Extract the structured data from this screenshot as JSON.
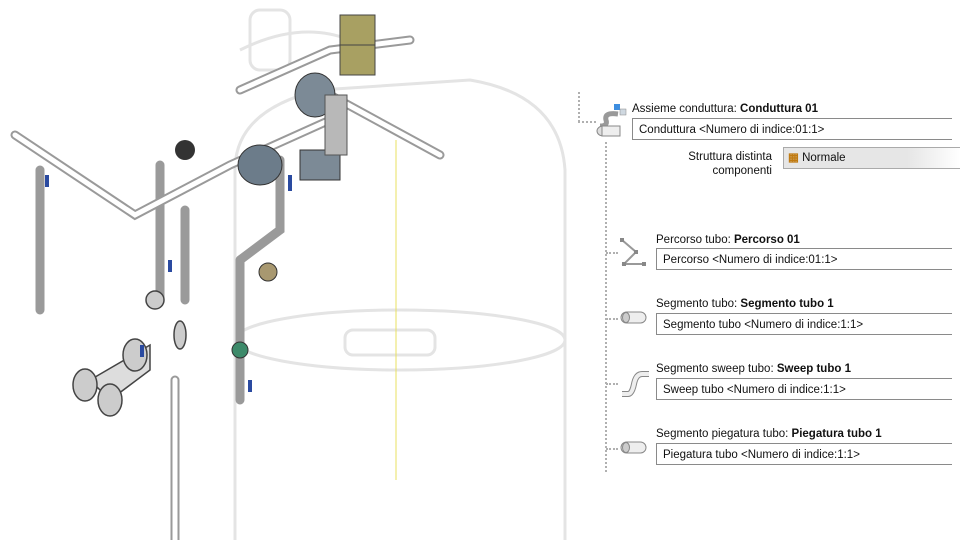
{
  "assembly": {
    "prefix": "Assieme conduttura: ",
    "name": "Conduttura 01",
    "field": "Conduttura <Numero di indice:01:1>"
  },
  "bom": {
    "label": "Struttura distinta componenti",
    "value": "Normale",
    "icon": "bom-structure-icon"
  },
  "items": [
    {
      "prefix": "Percorso tubo: ",
      "name": "Percorso 01",
      "field": "Percorso <Numero di indice:01:1>",
      "icon": "route-icon"
    },
    {
      "prefix": "Segmento tubo: ",
      "name": "Segmento tubo 1",
      "field": "Segmento tubo <Numero di indice:1:1>",
      "icon": "pipe-segment-icon"
    },
    {
      "prefix": "Segmento sweep tubo: ",
      "name": "Sweep tubo 1",
      "field": "Sweep tubo <Numero di indice:1:1>",
      "icon": "sweep-segment-icon"
    },
    {
      "prefix": "Segmento piegatura tubo: ",
      "name": "Piegatura tubo 1",
      "field": "Piegatura tubo <Numero di indice:1:1>",
      "icon": "bend-segment-icon"
    }
  ]
}
